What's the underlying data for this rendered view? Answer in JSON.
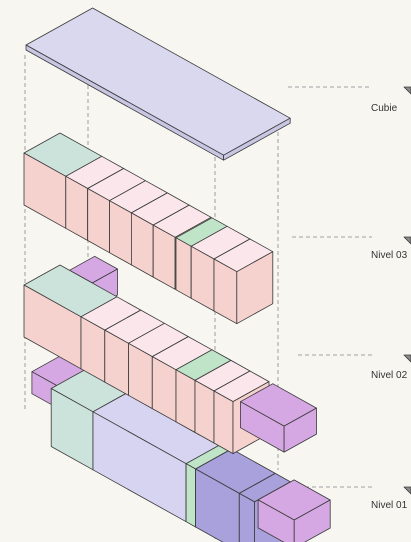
{
  "labels": {
    "cubierta": "Cubie",
    "nivel_03": "Nivel 03",
    "nivel_02": "Nivel 02",
    "nivel_01": "Nivel 01"
  },
  "colors": {
    "background": "#f7f6f1",
    "roof": "#d9d8ee",
    "pink_top": "#fbe6ec",
    "pink_side": "#f5d2ce",
    "teal": "#cce3dc",
    "green": "#bfe4c8",
    "lilac": "#d6a8e3",
    "lavender": "#d6d4f0",
    "purple": "#a9a1dc",
    "guide": "#888888",
    "stroke": "#3a3a3a"
  }
}
